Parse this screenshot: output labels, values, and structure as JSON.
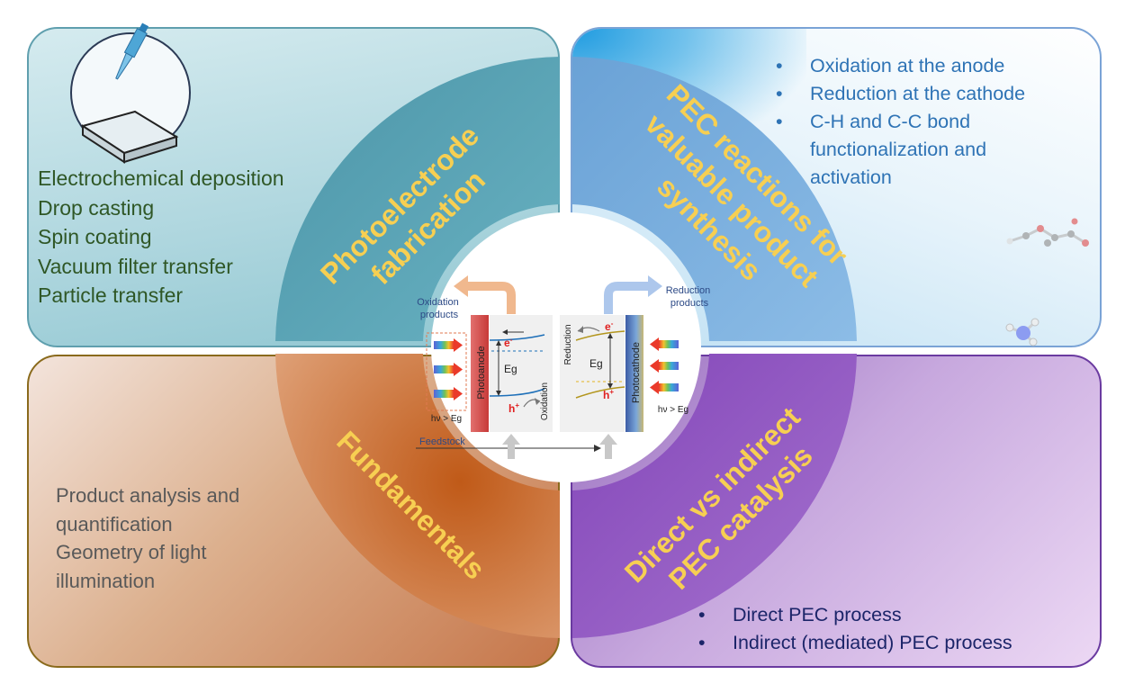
{
  "panels": {
    "top_left": {
      "items": [
        "Electrochemical deposition",
        "Drop casting",
        "Spin coating",
        "Vacuum filter transfer",
        "Particle transfer"
      ]
    },
    "top_right": {
      "items": [
        "Oxidation at the anode",
        "Reduction at the cathode",
        "C-H and C-C bond functionalization and activation"
      ]
    },
    "bottom_left": {
      "items": [
        "Product analysis and quantification",
        "Geometry of light illumination"
      ]
    },
    "bottom_right": {
      "items": [
        "Direct PEC process",
        "Indirect (mediated) PEC process"
      ]
    }
  },
  "ring": {
    "top_left": {
      "line1": "Photoelectrode",
      "line2": "fabrication"
    },
    "top_right": {
      "line1": "PEC reactions for",
      "line2": "valuable product",
      "line3": "synthesis"
    },
    "bottom_left": {
      "line1": "Fundamentals"
    },
    "bottom_right": {
      "line1": "Direct vs indirect",
      "line2": "PEC catalysis"
    }
  },
  "center": {
    "oxidation_products": [
      "Oxidation",
      "products"
    ],
    "reduction_products": [
      "Reduction",
      "products"
    ],
    "photoanode": "Photoanode",
    "photocathode": "Photocathode",
    "eg_left": "Eg",
    "eg_right": "Eg",
    "electron": "e",
    "hole": "h",
    "oxidation": "Oxidation",
    "reduction": "Reduction",
    "hv_left": "hν > Eg",
    "hv_right": "hν > Eg",
    "feedstock": "Feedstock"
  },
  "colors": {
    "ring_teal": "#5aa4b5",
    "ring_blue": "#79abdb",
    "ring_orange": "#cd7e46",
    "ring_purple": "#9359bf",
    "ring_text": "#f7cf52",
    "tl_text": "#2f5726",
    "tr_text": "#2e73b5",
    "bl_text": "#595959",
    "br_text": "#1c2569"
  }
}
